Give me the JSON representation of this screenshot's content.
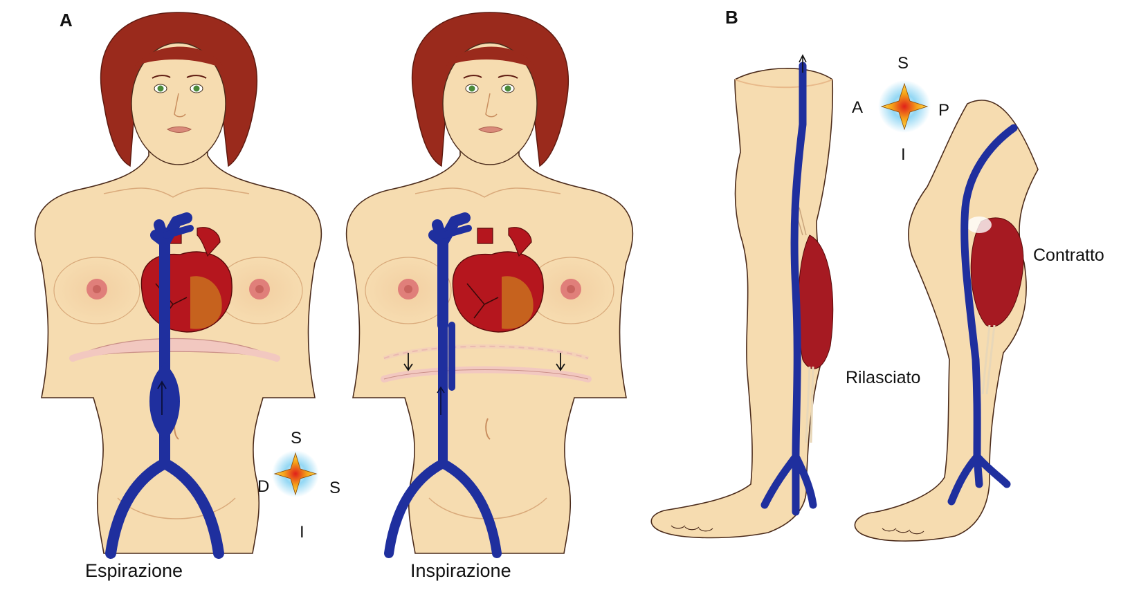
{
  "panels": {
    "a": {
      "letter": "A",
      "left_caption": "Espirazione",
      "right_caption": "Inspirazione",
      "compass": {
        "top": "S",
        "left": "D",
        "right": "S",
        "bottom": "I"
      }
    },
    "b": {
      "letter": "B",
      "left_label": "Rilasciato",
      "right_label": "Contratto",
      "compass": {
        "top": "S",
        "left": "A",
        "right": "P",
        "bottom": "I"
      }
    }
  },
  "colors": {
    "skin": "#f6dcb0",
    "skin_shadow": "#e8b98a",
    "outline": "#4a2a1a",
    "hair": "#9a2a1c",
    "vein": "#1f2f9e",
    "heart": "#b5161e",
    "muscle": "#a61a22",
    "diaphragm": "#f2c8c0",
    "nipple": "#e07f7a",
    "compass_glow": "#7fd0f2",
    "compass_star": "#f5b21a"
  }
}
